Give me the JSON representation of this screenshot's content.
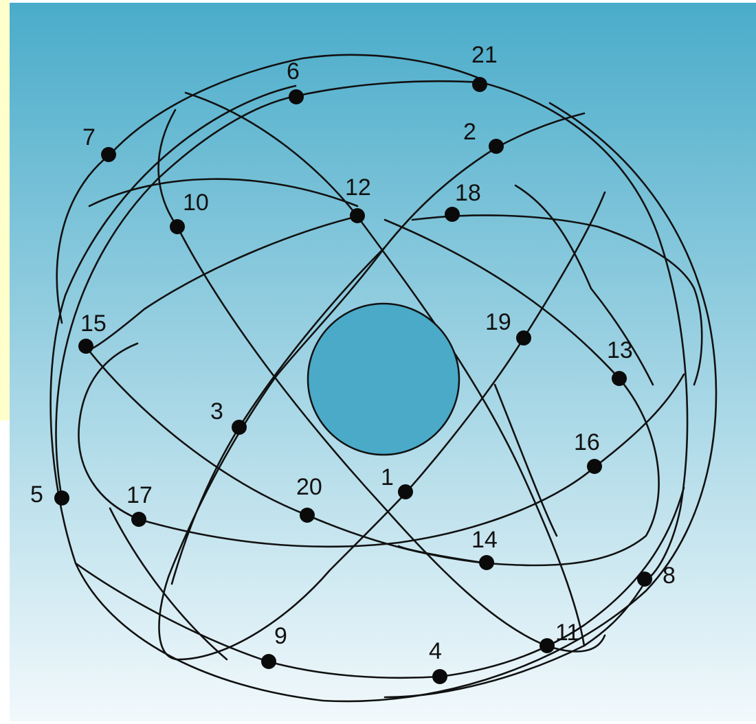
{
  "colors": {
    "background_top": "#4aacca",
    "background_bottom": "#f2f9fc",
    "earth_fill": "#4aaac8",
    "orbit_stroke": "#111111",
    "satellite_fill": "#0a0a0a",
    "left_strip": "#ffffcc"
  },
  "satellites": [
    {
      "label": "1"
    },
    {
      "label": "2"
    },
    {
      "label": "3"
    },
    {
      "label": "4"
    },
    {
      "label": "5"
    },
    {
      "label": "6"
    },
    {
      "label": "7"
    },
    {
      "label": "8"
    },
    {
      "label": "9"
    },
    {
      "label": "10"
    },
    {
      "label": "11"
    },
    {
      "label": "12"
    },
    {
      "label": "13"
    },
    {
      "label": "14"
    },
    {
      "label": "15"
    },
    {
      "label": "16"
    },
    {
      "label": "17"
    },
    {
      "label": "18"
    },
    {
      "label": "19"
    },
    {
      "label": "20"
    },
    {
      "label": "21"
    }
  ]
}
